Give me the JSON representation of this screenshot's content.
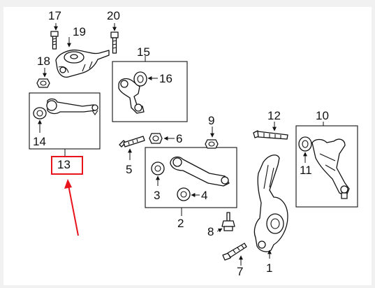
{
  "diagram": {
    "callouts": {
      "c1": "1",
      "c2": "2",
      "c3": "3",
      "c4": "4",
      "c5": "5",
      "c6": "6",
      "c7": "7",
      "c8": "8",
      "c9": "9",
      "c10": "10",
      "c11": "11",
      "c12": "12",
      "c13": "13",
      "c14": "14",
      "c15": "15",
      "c16": "16",
      "c17": "17",
      "c18": "18",
      "c19": "19",
      "c20": "20"
    },
    "colors": {
      "background": "#f1f1f1",
      "line": "#111111",
      "highlight": "#e8141c"
    }
  }
}
